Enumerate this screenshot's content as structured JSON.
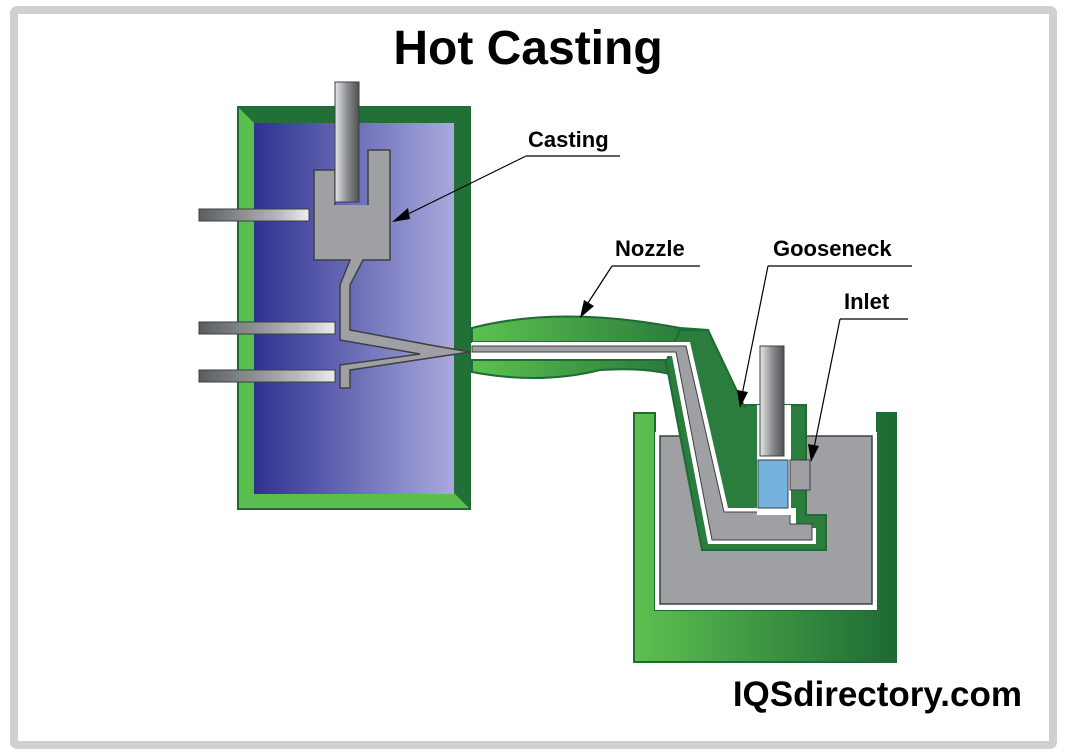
{
  "title": "Hot Casting",
  "labels": {
    "casting": "Casting",
    "nozzle": "Nozzle",
    "gooseneck": "Gooseneck",
    "inlet": "Inlet"
  },
  "watermark": "IQSdirectory.com",
  "colors": {
    "border": "#d0d0d0",
    "die_green_light": "#5bbf4f",
    "die_green_dark": "#1e6b35",
    "die_blue_dark": "#2e3190",
    "die_blue_light": "#a6a6dc",
    "metal_gray": "#9ea0a3",
    "steel_dark": "#55585b",
    "plunger_blue": "#75b2de"
  }
}
